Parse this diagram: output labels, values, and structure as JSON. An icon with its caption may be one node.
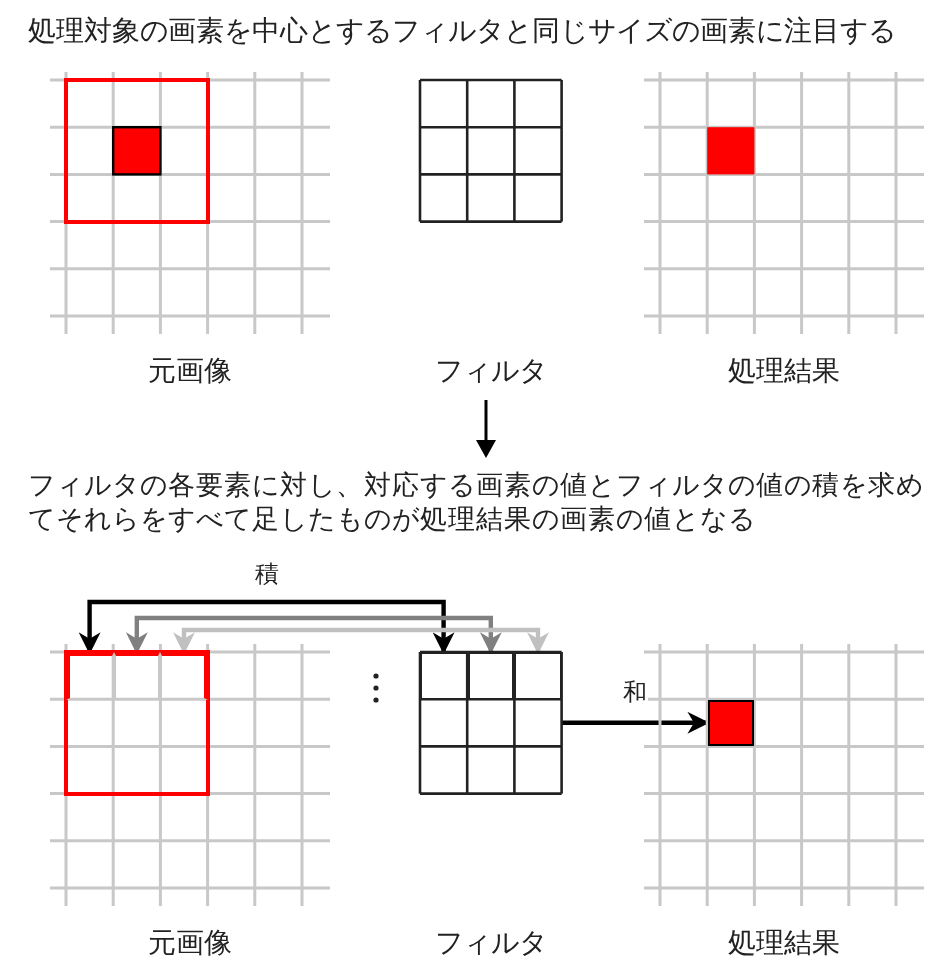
{
  "diagram": {
    "title": "処理対象の画素を中心とするフィルタと同じサイズの画素に注目する",
    "nodes": [
      {
        "text": [
          "元画像"
        ]
      },
      {
        "text": [
          "フィルタ"
        ]
      },
      {
        "text": [
          "処理結果"
        ]
      },
      {
        "text": [
          "元画像"
        ]
      },
      {
        "text": [
          "フィルタ"
        ]
      },
      {
        "text": [
          "処理結果"
        ]
      },
      {
        "text": [],
        "shape": "box",
        "in": 3
      },
      {
        "text": [],
        "shape": "box",
        "in": 3
      },
      {
        "text": [],
        "shape": "box",
        "in": 3
      },
      {
        "text": [],
        "shape": "box",
        "in": 4
      },
      {
        "text": [],
        "shape": "box",
        "in": 4
      },
      {
        "text": [],
        "shape": "box",
        "in": 4
      },
      {
        "text": [],
        "shape": "box",
        "in": 5
      }
    ],
    "edges": [
      {
        "from": 6,
        "to": 9,
        "arrow": "both",
        "label": "積",
        "color": "#000000"
      },
      {
        "from": 7,
        "to": 10,
        "arrow": "both",
        "color": "#808080"
      },
      {
        "from": 8,
        "to": 11,
        "arrow": "both",
        "color": "#c0c0c0"
      },
      {
        "from": 4,
        "to": 12,
        "arrow": "to",
        "label": "和",
        "color": "#000000"
      }
    ],
    "labels": [
      "フィルタの各要素に対し、対応する画素の値とフィルタの値の積を求めてそれらをすべて足したものが処理結果の画素の値となる"
    ]
  }
}
